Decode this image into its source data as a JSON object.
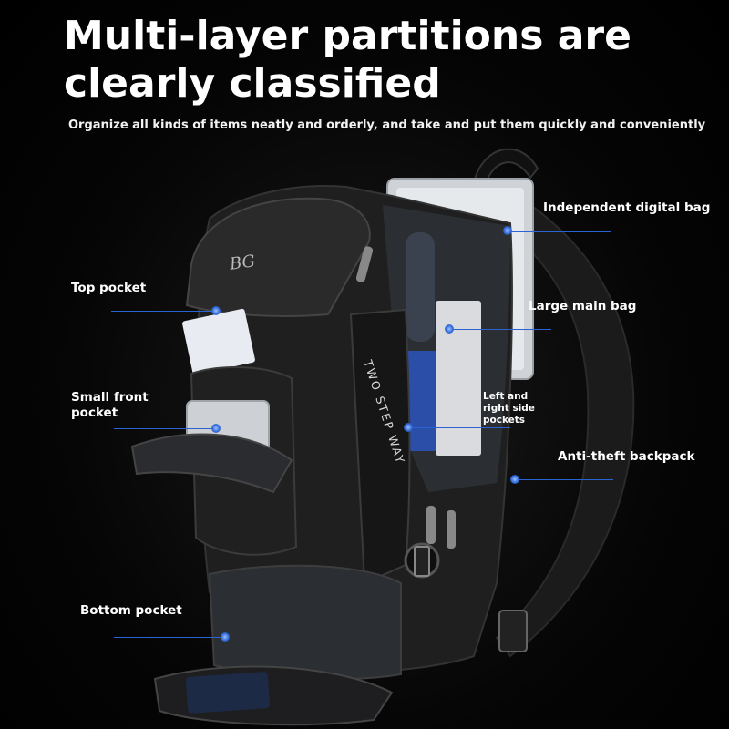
{
  "headline": "Multi-layer partitions are clearly classified",
  "subheadline": "Organize all kinds of items neatly and orderly, and take and put them quickly and conveniently",
  "product": {
    "logo_text": "BG",
    "side_print": "TWO STEP WAY"
  },
  "callouts": {
    "independent_digital_bag": "Independent digital bag",
    "top_pocket": "Top pocket",
    "large_main_bag": "Large main bag",
    "small_front_pocket": "Small front pocket",
    "left_right_side_pockets": "Left and right side pockets",
    "anti_theft_backpack": "Anti-theft backpack",
    "bottom_pocket": "Bottom pocket"
  },
  "colors": {
    "background": "#000000",
    "callout_line": "#2a63d4",
    "text": "#ffffff"
  }
}
